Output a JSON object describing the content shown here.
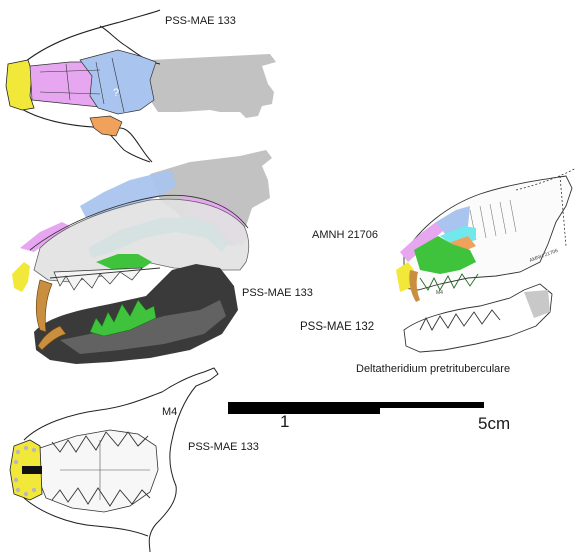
{
  "specimen_labels": {
    "top_dorsal": "PSS-MAE 133",
    "lateral_main": "PSS-MAE 133",
    "ventral": "PSS-MAE 133",
    "amnh": "AMNH 21706",
    "mandible_132": "PSS-MAE 132"
  },
  "species_label": "Deltatheridium pretrituberculare",
  "tooth_label": "M4",
  "scale": {
    "label_short": "1",
    "label_long": "5cm"
  },
  "figure_marks": {
    "question_mark": "?",
    "tiny_catalog": "AMNH 21706",
    "tiny_m4": "M4"
  },
  "colors": {
    "premaxilla": "#f2e83a",
    "nasal": "#e6a6f0",
    "frontal": "#a9c4ee",
    "jugal": "#f0a25a",
    "zygomatic_arch": "#71e8ec",
    "maxilla": "#3fc23c",
    "silhouette": "#bfbfbf",
    "canine": "#c98f3f",
    "bone_dark": "#2e2e2e"
  }
}
